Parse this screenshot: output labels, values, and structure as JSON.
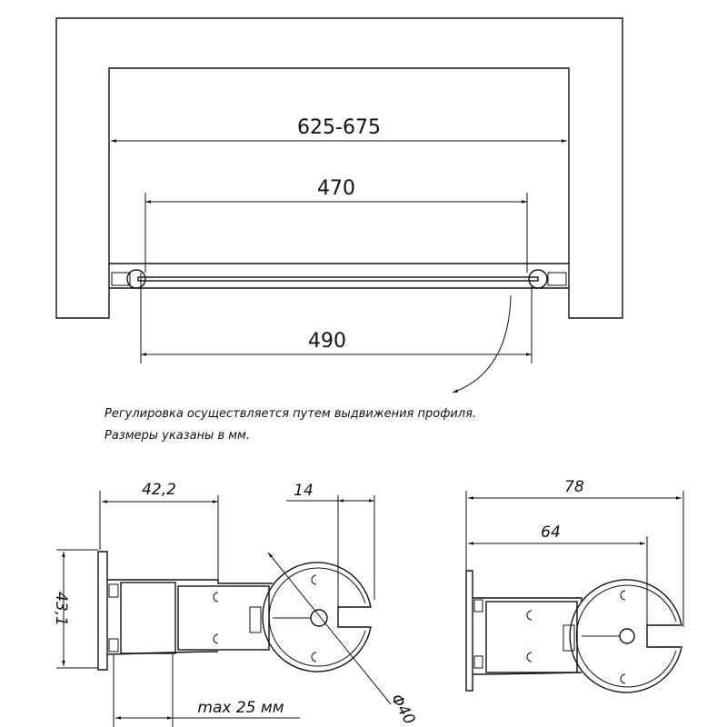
{
  "top_view": {
    "dim_opening": "625-675",
    "dim_inner": "470",
    "dim_outer": "490"
  },
  "notes": [
    "Регулировка осуществляется путем выдвижения профиля.",
    "Размеры указаны в мм."
  ],
  "detail_left": {
    "dim_width": "42,2",
    "dim_slot": "14",
    "dim_height": "43,1",
    "dim_max": "max 25 мм",
    "dim_diameter": "Φ40"
  },
  "detail_right": {
    "dim_total": "78",
    "dim_center": "64"
  }
}
